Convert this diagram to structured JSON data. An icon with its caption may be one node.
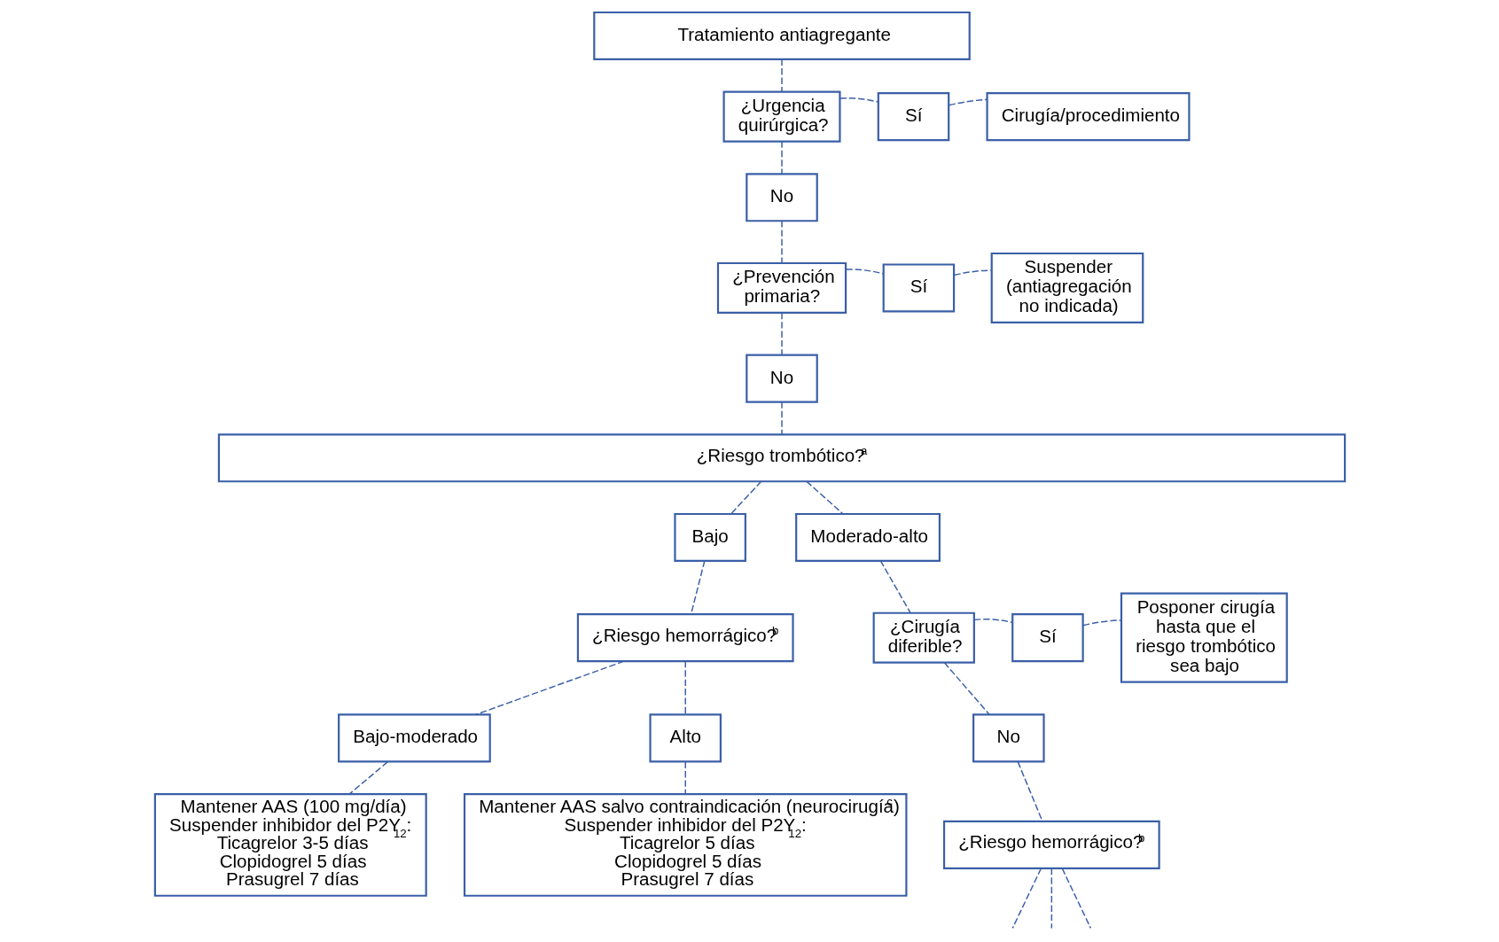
{
  "diagram": {
    "nodes": [
      {
        "text": [
          "Tratamiento antiagregante"
        ]
      },
      {
        "text": [
          "¿Urgencia quirúrgica?"
        ]
      },
      {
        "text": [
          "Sí"
        ]
      },
      {
        "text": [
          "Cirugía/procedimiento"
        ]
      },
      {
        "text": [
          "No"
        ]
      },
      {
        "text": [
          "¿Prevención primaria?"
        ]
      },
      {
        "text": [
          "Sí"
        ]
      },
      {
        "text": [
          "Suspender (antiagregación no indicada)"
        ]
      },
      {
        "text": [
          "No"
        ]
      },
      {
        "text": [
          "¿Riesgo trombótico?$^{a}$"
        ]
      },
      {
        "text": [
          "Bajo"
        ]
      },
      {
        "text": [
          "Moderado-alto"
        ]
      },
      {
        "text": [
          "¿Riesgo hemorrágico?$^{b}$"
        ]
      },
      {
        "text": [
          "Posponer cirugía hasta que el riesgo trombótico sea bajo"
        ]
      },
      {
        "text": [
          "Sí"
        ]
      },
      {
        "text": [
          "¿Cirugía diferible?"
        ]
      },
      {
        "text": [
          "Bajo-moderado"
        ]
      },
      {
        "text": [
          "Alto"
        ]
      },
      {
        "text": [
          "Mantener AAS (100 mg/día)",
          "Suspender inhibidor del P2Y$_{12}$:",
          "Ticagrelor 3-5 días",
          "Clopidogrel 5 días",
          "Prasugrel 7 días"
        ]
      },
      {
        "text": [
          "Mantener AAS salvo contraindicación (neurocirugía)$^{c}$",
          "Suspender inhibidor del P2Y$_{12}$:",
          "Ticagrelor 5 días",
          "Clopidogrel 5 días",
          "Prasugrel 7 días"
        ]
      },
      {
        "text": [
          "No"
        ]
      },
      {
        "text": [
          "¿Riesgo hemorrágico?$^{b}$"
        ]
      }
    ],
    "edges": [
      {
        "from": 0,
        "to": 1,
        "arrow": "none",
        "style": "dashed"
      },
      {
        "from": 1,
        "to": 2,
        "arrow": "none",
        "style": "dashed"
      },
      {
        "from": 2,
        "to": 3,
        "arrow": "none",
        "style": "dashed"
      },
      {
        "from": 1,
        "to": 4,
        "arrow": "none",
        "style": "dashed"
      },
      {
        "from": 4,
        "to": 5,
        "arrow": "none",
        "style": "dashed"
      },
      {
        "from": 5,
        "to": 6,
        "arrow": "none",
        "style": "dashed"
      },
      {
        "from": 6,
        "to": 7,
        "arrow": "none",
        "style": "dashed"
      },
      {
        "from": 5,
        "to": 8,
        "arrow": "none",
        "style": "dashed"
      },
      {
        "from": 8,
        "to": 9,
        "arrow": "none",
        "style": "dashed"
      },
      {
        "from": 9,
        "to": 10,
        "arrow": "none",
        "style": "dashed"
      },
      {
        "from": 9,
        "to": 11,
        "arrow": "none",
        "style": "dashed"
      },
      {
        "from": 10,
        "to": 12,
        "arrow": "none",
        "style": "dashed"
      },
      {
        "from": 12,
        "to": 16,
        "arrow": "none",
        "style": "dashed"
      },
      {
        "from": 12,
        "to": 17,
        "arrow": "none",
        "style": "dashed"
      },
      {
        "from": 16,
        "to": 18,
        "arrow": "none",
        "style": "dashed"
      },
      {
        "from": 17,
        "to": 19,
        "arrow": "none",
        "style": "dashed"
      },
      {
        "from": 11,
        "to": 15,
        "arrow": "none",
        "style": "dashed"
      },
      {
        "from": 15,
        "to": 14,
        "arrow": "none",
        "style": "dashed"
      },
      {
        "from": 14,
        "to": 13,
        "arrow": "none",
        "style": "dashed"
      },
      {
        "from": 15,
        "to": 20,
        "arrow": "none",
        "style": "dashed"
      },
      {
        "from": 20,
        "to": 21,
        "arrow": "none",
        "style": "dashed"
      },
      {
        "from": 21,
        "to": null,
        "arrow": "none",
        "style": "dashed"
      },
      {
        "from": 21,
        "to": null,
        "arrow": "none",
        "style": "dashed"
      },
      {
        "from": 21,
        "to": null,
        "arrow": "none",
        "style": "dashed"
      }
    ]
  }
}
